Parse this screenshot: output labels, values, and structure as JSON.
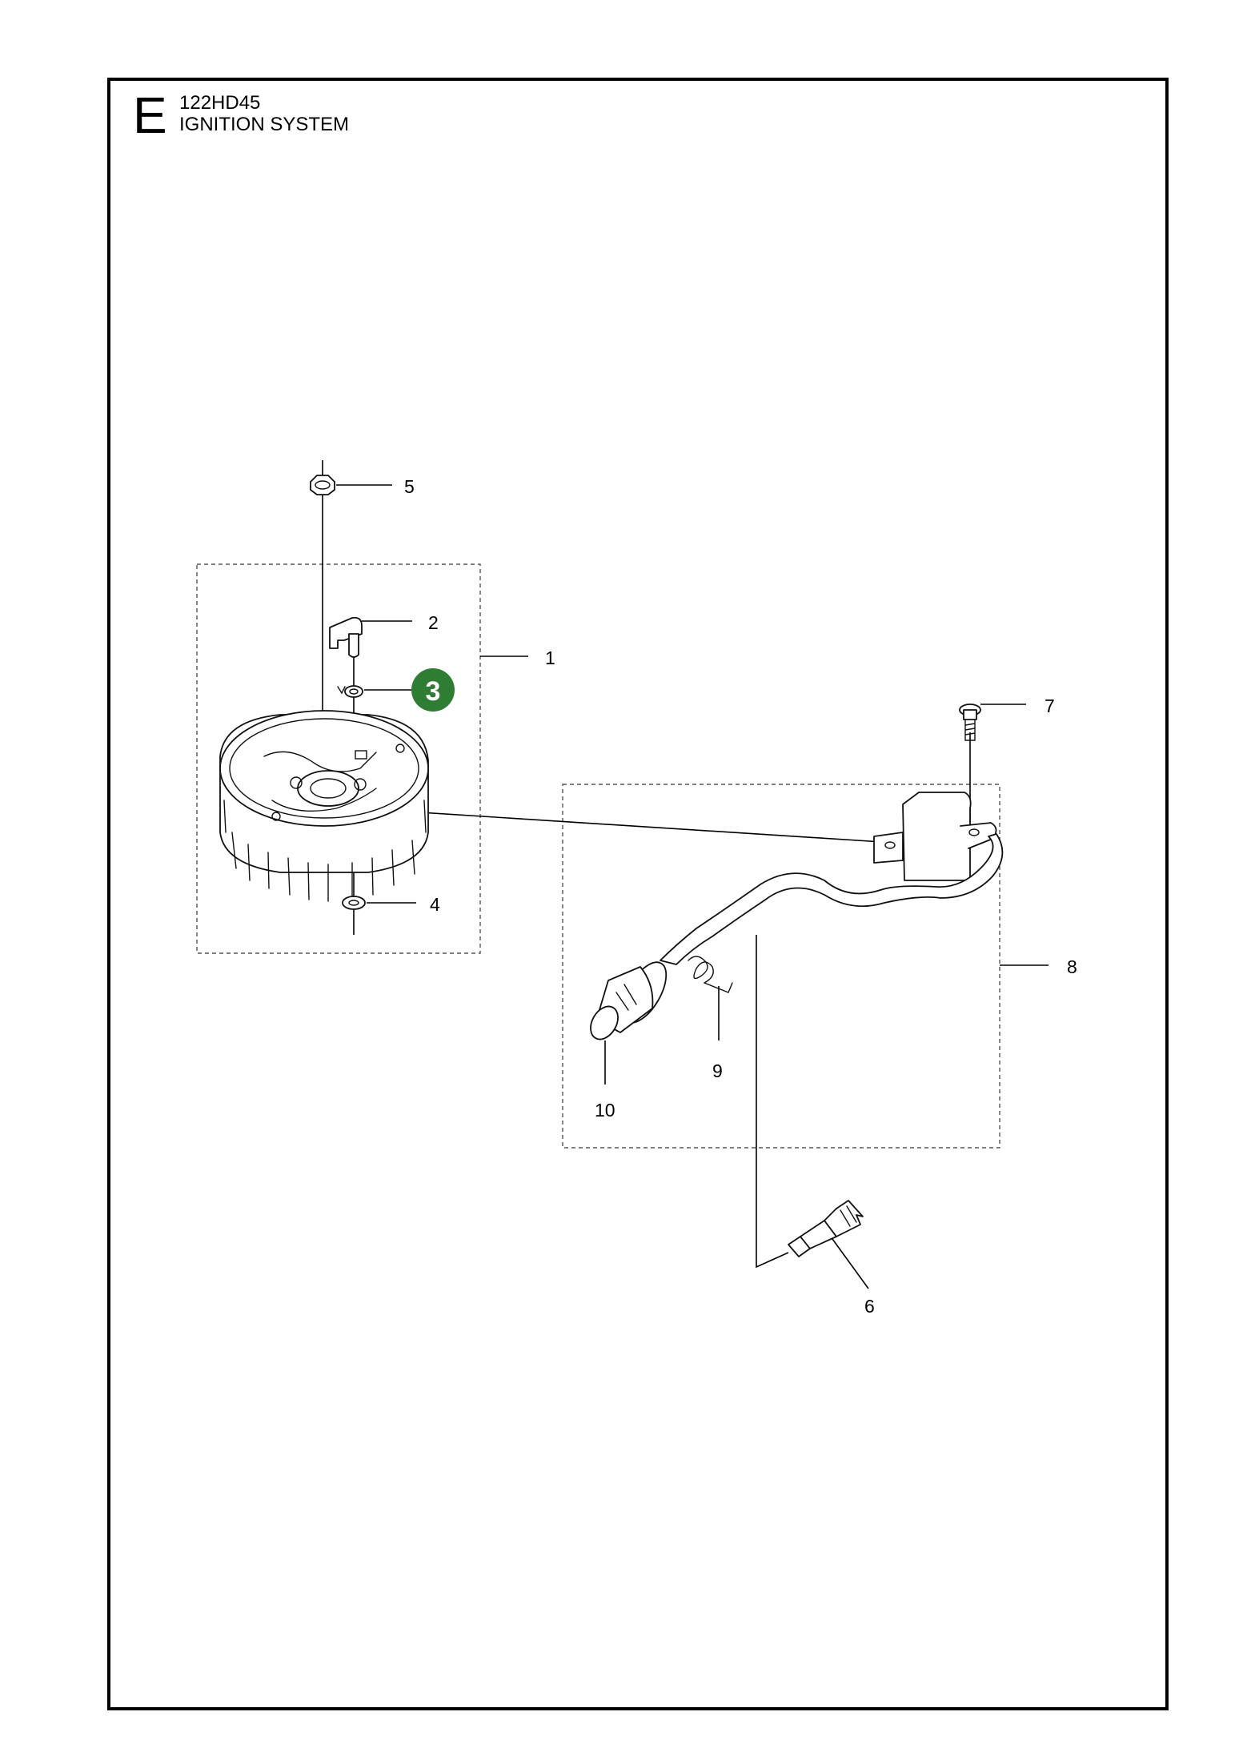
{
  "header": {
    "section_letter": "E",
    "model": "122HD45",
    "title": "IGNITION SYSTEM"
  },
  "callouts": {
    "c1": "1",
    "c2": "2",
    "c3": "3",
    "c4": "4",
    "c5": "5",
    "c6": "6",
    "c7": "7",
    "c8": "8",
    "c9": "9",
    "c10": "10"
  },
  "colors": {
    "highlight": "#2e7d32",
    "line": "#000000"
  }
}
